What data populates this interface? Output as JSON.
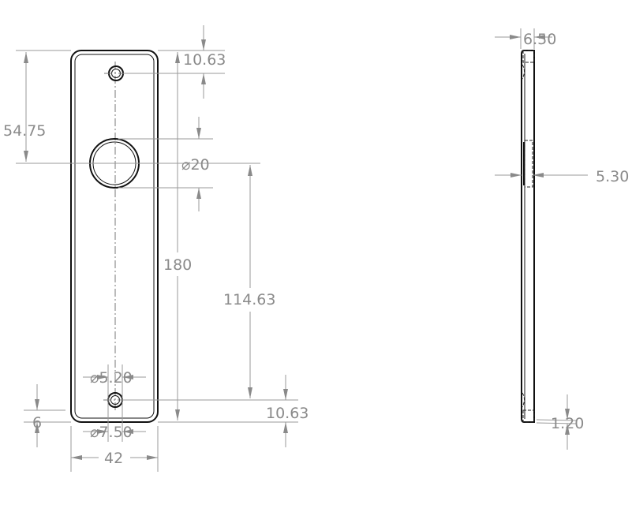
{
  "front_view": {
    "dimensions": {
      "hole_to_center": "54.75",
      "top_hole_offset": "10.63",
      "center_hole_diameter": "⌀20",
      "overall_height": "180",
      "hole_spacing": "114.63",
      "bottom_hole_offset": "10.63",
      "bottom_chamfer": "6",
      "screw_hole_diameter": "⌀5.20",
      "countersink_diameter": "⌀7.50",
      "overall_width": "42"
    }
  },
  "side_view": {
    "dimensions": {
      "thickness": "6.50",
      "recess_depth": "5.30",
      "edge": "1.20"
    }
  },
  "colors": {
    "object_line": "#111111",
    "dimension": "#8a8a8a"
  }
}
